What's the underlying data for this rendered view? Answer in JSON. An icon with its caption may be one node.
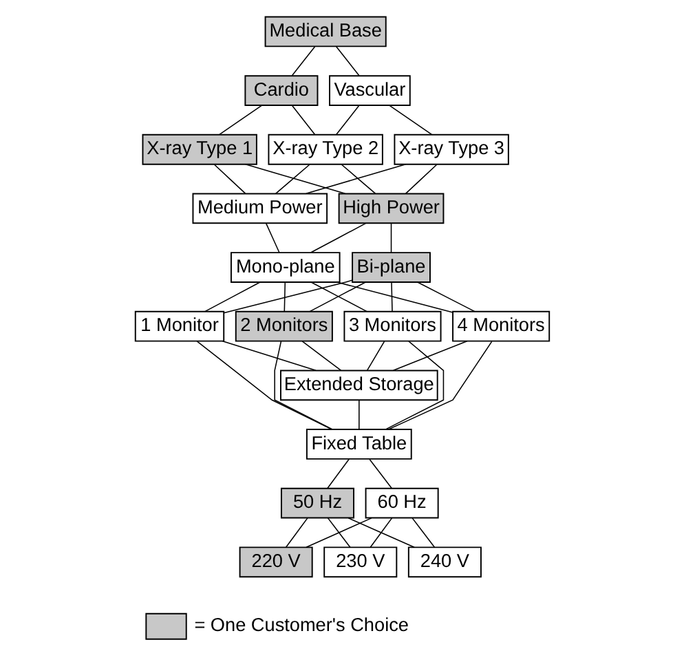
{
  "diagram": {
    "nodes": [
      {
        "text": [
          "Medical Base"
        ]
      },
      {
        "text": [
          "Cardio"
        ]
      },
      {
        "text": [
          "Vascular"
        ]
      },
      {
        "text": [
          "X-ray Type 1"
        ]
      },
      {
        "text": [
          "X-ray Type 2"
        ]
      },
      {
        "text": [
          "X-ray Type 3"
        ]
      },
      {
        "text": [
          "Medium Power"
        ]
      },
      {
        "text": [
          "High Power"
        ]
      },
      {
        "text": [
          "Mono-plane"
        ]
      },
      {
        "text": [
          "Bi-plane"
        ]
      },
      {
        "text": [
          "1 Monitor"
        ]
      },
      {
        "text": [
          "2 Monitors"
        ]
      },
      {
        "text": [
          "3 Monitors"
        ]
      },
      {
        "text": [
          "4 Monitors"
        ]
      },
      {
        "text": [
          "Extended Storage"
        ]
      },
      {
        "text": [
          "Fixed Table"
        ]
      },
      {
        "text": [
          "50 Hz"
        ]
      },
      {
        "text": [
          "60 Hz"
        ]
      },
      {
        "text": [
          "220 V"
        ]
      },
      {
        "text": [
          "230 V"
        ]
      },
      {
        "text": [
          "240 V"
        ]
      }
    ],
    "edges": [
      {
        "from": 0,
        "to": 1,
        "arrow": "none"
      },
      {
        "from": 0,
        "to": 2,
        "arrow": "none"
      },
      {
        "from": 1,
        "to": 3,
        "arrow": "none"
      },
      {
        "from": 1,
        "to": 4,
        "arrow": "none"
      },
      {
        "from": 2,
        "to": 4,
        "arrow": "none"
      },
      {
        "from": 2,
        "to": 5,
        "arrow": "none"
      },
      {
        "from": 3,
        "to": 6,
        "arrow": "none"
      },
      {
        "from": 3,
        "to": 7,
        "arrow": "none"
      },
      {
        "from": 4,
        "to": 6,
        "arrow": "none"
      },
      {
        "from": 4,
        "to": 7,
        "arrow": "none"
      },
      {
        "from": 5,
        "to": 6,
        "arrow": "none"
      },
      {
        "from": 5,
        "to": 7,
        "arrow": "none"
      },
      {
        "from": 6,
        "to": 8,
        "arrow": "none"
      },
      {
        "from": 7,
        "to": 8,
        "arrow": "none"
      },
      {
        "from": 7,
        "to": 9,
        "arrow": "none"
      },
      {
        "from": 8,
        "to": 10,
        "arrow": "none"
      },
      {
        "from": 8,
        "to": 11,
        "arrow": "none"
      },
      {
        "from": 8,
        "to": 12,
        "arrow": "none"
      },
      {
        "from": 8,
        "to": 13,
        "arrow": "none"
      },
      {
        "from": 9,
        "to": 10,
        "arrow": "none"
      },
      {
        "from": 9,
        "to": 11,
        "arrow": "none"
      },
      {
        "from": 9,
        "to": 12,
        "arrow": "none"
      },
      {
        "from": 9,
        "to": 13,
        "arrow": "none"
      },
      {
        "from": 10,
        "to": 14,
        "arrow": "none"
      },
      {
        "from": 11,
        "to": 14,
        "arrow": "none"
      },
      {
        "from": 12,
        "to": 14,
        "arrow": "none"
      },
      {
        "from": 13,
        "to": 14,
        "arrow": "none"
      },
      {
        "from": 10,
        "to": 15,
        "arrow": "none"
      },
      {
        "from": 11,
        "to": 15,
        "arrow": "none"
      },
      {
        "from": 12,
        "to": 15,
        "arrow": "none"
      },
      {
        "from": 13,
        "to": 15,
        "arrow": "none"
      },
      {
        "from": 14,
        "to": 15,
        "arrow": "none"
      },
      {
        "from": 15,
        "to": 16,
        "arrow": "none"
      },
      {
        "from": 15,
        "to": 17,
        "arrow": "none"
      },
      {
        "from": 16,
        "to": 18,
        "arrow": "none"
      },
      {
        "from": 16,
        "to": 19,
        "arrow": "none"
      },
      {
        "from": 16,
        "to": 20,
        "arrow": "none"
      },
      {
        "from": 17,
        "to": 18,
        "arrow": "none"
      },
      {
        "from": 17,
        "to": 19,
        "arrow": "none"
      },
      {
        "from": 17,
        "to": 20,
        "arrow": "none"
      }
    ],
    "legend": [
      {
        "text": "= One Customer's Choice",
        "color": "#c8c8c8"
      }
    ]
  }
}
